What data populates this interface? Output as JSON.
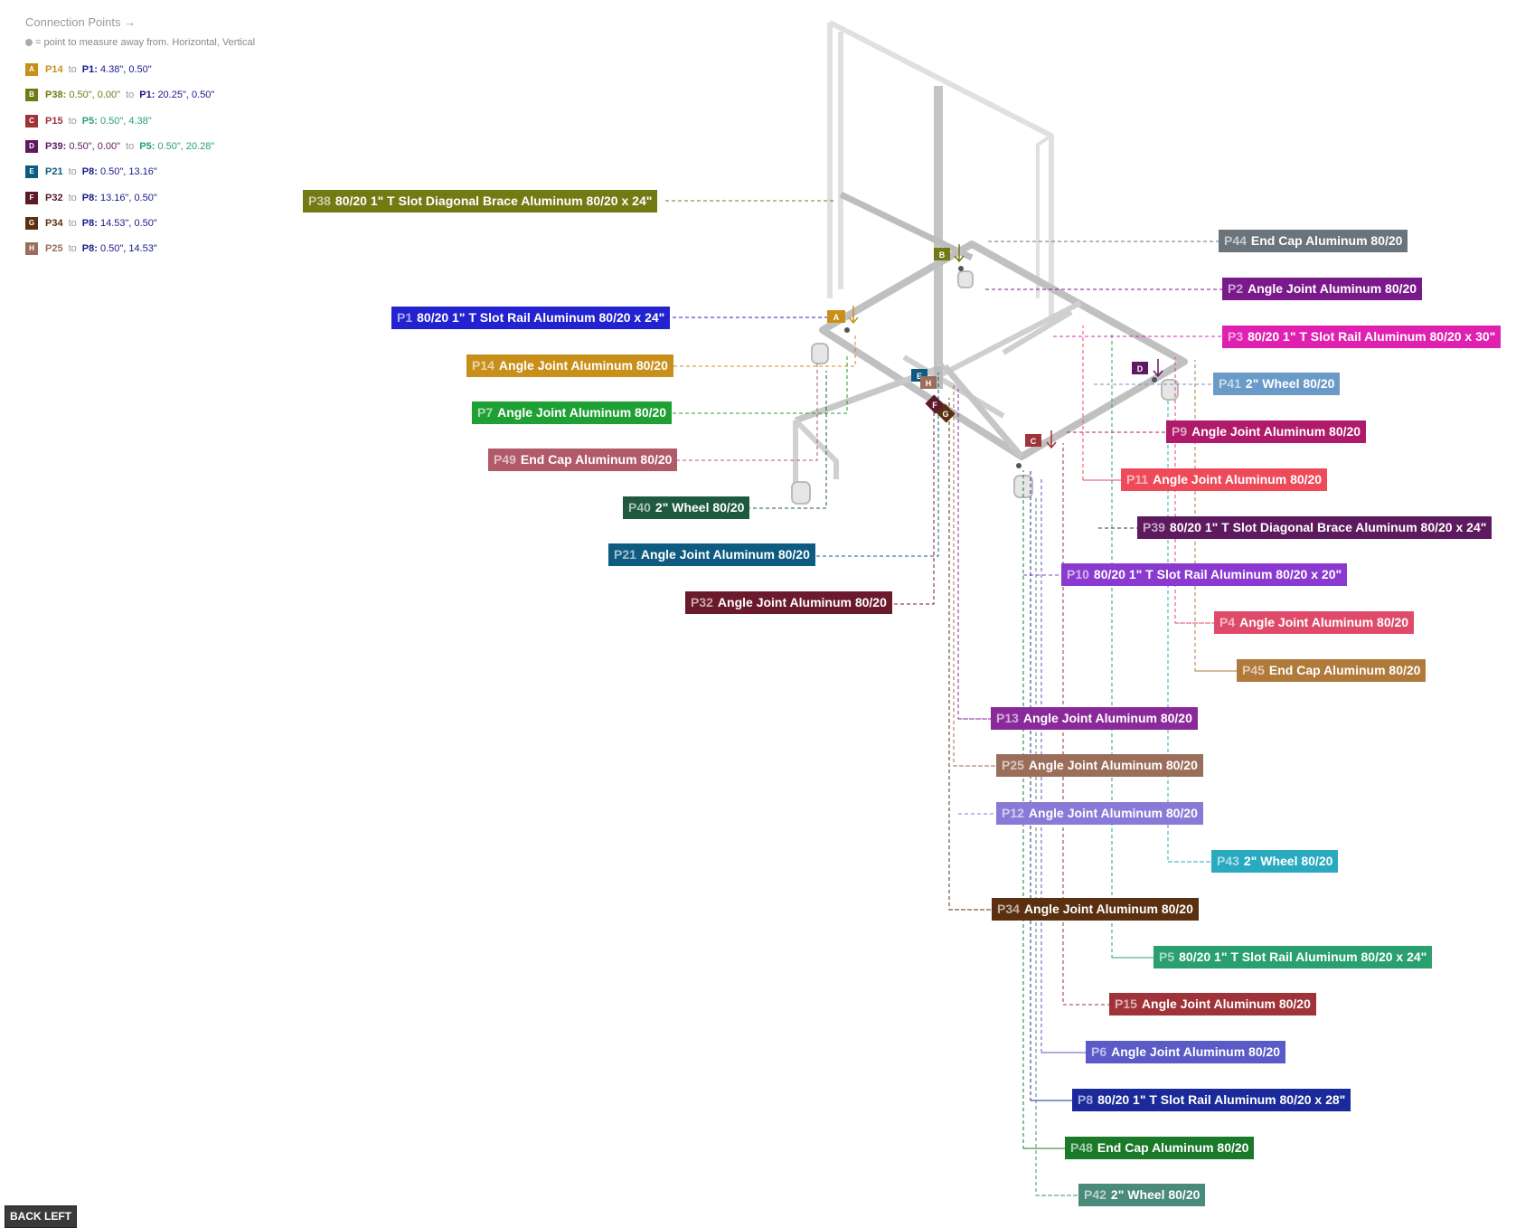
{
  "legend": {
    "title": "Connection Points →",
    "note": "= point to measure away from. Horizontal, Vertical",
    "connections": [
      {
        "badge": "A",
        "color": "#c8901a",
        "from": "P14",
        "from_val": "",
        "to": "P1:",
        "to_val": "4.38\", 0.50\""
      },
      {
        "badge": "B",
        "color": "#737a14",
        "from": "P38:",
        "from_val": "0.50\", 0.00\"",
        "to": "P1:",
        "to_val": "20.25\", 0.50\""
      },
      {
        "badge": "C",
        "color": "#a0323a",
        "from": "P15",
        "from_val": "",
        "to": "P5:",
        "to_val": "0.50\", 4.38\""
      },
      {
        "badge": "D",
        "color": "#5e1a5e",
        "from": "P39:",
        "from_val": "0.50\", 0.00\"",
        "to": "P5:",
        "to_val": "0.50\", 20.28\""
      },
      {
        "badge": "E",
        "color": "#0d5b80",
        "from": "P21",
        "from_val": "",
        "to": "P8:",
        "to_val": "0.50\", 13.16\""
      },
      {
        "badge": "F",
        "color": "#5c1a2a",
        "from": "P32",
        "from_val": "",
        "to": "P8:",
        "to_val": "13.16\", 0.50\""
      },
      {
        "badge": "G",
        "color": "#5a3010",
        "from": "P34",
        "from_val": "",
        "to": "P8:",
        "to_val": "14.53\", 0.50\""
      },
      {
        "badge": "H",
        "color": "#9a6e5a",
        "from": "P25",
        "from_val": "",
        "to": "P8:",
        "to_val": "0.50\", 14.53\""
      }
    ]
  },
  "parts": [
    {
      "id": "P38",
      "name": "80/20 1\" T Slot Diagonal Brace  Aluminum 80/20 x 24\"",
      "color": "#737a14"
    },
    {
      "id": "P44",
      "name": "End Cap Aluminum 80/20",
      "color": "#6a747a"
    },
    {
      "id": "P2",
      "name": "Angle Joint Aluminum 80/20",
      "color": "#7a1a8a"
    },
    {
      "id": "P1",
      "name": "80/20 1\" T Slot Rail Aluminum 80/20 x 24\"",
      "color": "#2222d0"
    },
    {
      "id": "P3",
      "name": "80/20 1\" T Slot Rail Aluminum 80/20 x 30\"",
      "color": "#e020b0"
    },
    {
      "id": "P14",
      "name": "Angle Joint Aluminum 80/20",
      "color": "#c8901a"
    },
    {
      "id": "P41",
      "name": "2\" Wheel 80/20",
      "color": "#6a9ac8"
    },
    {
      "id": "P7",
      "name": "Angle Joint Aluminum 80/20",
      "color": "#1fa035"
    },
    {
      "id": "P9",
      "name": "Angle Joint Aluminum 80/20",
      "color": "#b01a6a"
    },
    {
      "id": "P49",
      "name": "End Cap Aluminum 80/20",
      "color": "#b05a6a"
    },
    {
      "id": "P11",
      "name": "Angle Joint Aluminum 80/20",
      "color": "#ee4a5a"
    },
    {
      "id": "P40",
      "name": "2\" Wheel 80/20",
      "color": "#1f5a40"
    },
    {
      "id": "P39",
      "name": "80/20 1\" T Slot Diagonal Brace  Aluminum 80/20 x 24\"",
      "color": "#5e1a5e"
    },
    {
      "id": "P21",
      "name": "Angle Joint Aluminum 80/20",
      "color": "#0d5b80"
    },
    {
      "id": "P10",
      "name": "80/20 1\" T Slot Rail Aluminum 80/20 x 20\"",
      "color": "#8a3ad0"
    },
    {
      "id": "P32",
      "name": "Angle Joint Aluminum 80/20",
      "color": "#6a1a2a"
    },
    {
      "id": "P4",
      "name": "Angle Joint Aluminum 80/20",
      "color": "#e04a6a"
    },
    {
      "id": "P45",
      "name": "End Cap Aluminum 80/20",
      "color": "#b07a3a"
    },
    {
      "id": "P13",
      "name": "Angle Joint Aluminum 80/20",
      "color": "#8a2a9a"
    },
    {
      "id": "P25",
      "name": "Angle Joint Aluminum 80/20",
      "color": "#9a6e5a"
    },
    {
      "id": "P12",
      "name": "Angle Joint Aluminum 80/20",
      "color": "#8a7ad8"
    },
    {
      "id": "P43",
      "name": "2\" Wheel 80/20",
      "color": "#2aaac0"
    },
    {
      "id": "P34",
      "name": "Angle Joint Aluminum 80/20",
      "color": "#5a3010"
    },
    {
      "id": "P5",
      "name": "80/20 1\" T Slot Rail Aluminum 80/20 x 24\"",
      "color": "#2aa070"
    },
    {
      "id": "P15",
      "name": "Angle Joint Aluminum 80/20",
      "color": "#a0323a"
    },
    {
      "id": "P6",
      "name": "Angle Joint Aluminum 80/20",
      "color": "#5a5ac8"
    },
    {
      "id": "P8",
      "name": "80/20 1\" T Slot Rail Aluminum 80/20 x 28\"",
      "color": "#1a2a9a"
    },
    {
      "id": "P48",
      "name": "End Cap Aluminum 80/20",
      "color": "#1a7a2a"
    },
    {
      "id": "P42",
      "name": "2\" Wheel 80/20",
      "color": "#4a8a7a"
    }
  ],
  "back_button": {
    "label": "BACK LEFT"
  }
}
